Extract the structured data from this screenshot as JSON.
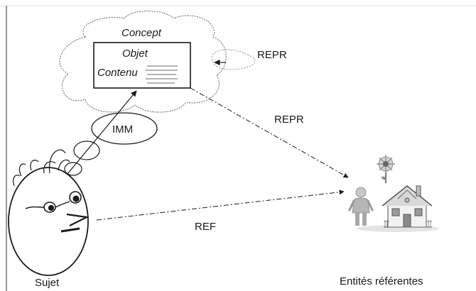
{
  "labels": {
    "concept": "Concept",
    "objet": "Objet",
    "contenu": "Contenu",
    "repr_self": "REPR",
    "repr_diag": "REPR",
    "imm": "IMM",
    "ref": "REF",
    "sujet": "Sujet",
    "entites": "Entités référentes"
  },
  "icons": {
    "subject": "cartoon-head-icon",
    "entities": "person-house-flower-icon"
  },
  "colors": {
    "ink": "#1a1a1a",
    "dotted": "#6a6a6a",
    "frame": "#8a8a8a"
  }
}
